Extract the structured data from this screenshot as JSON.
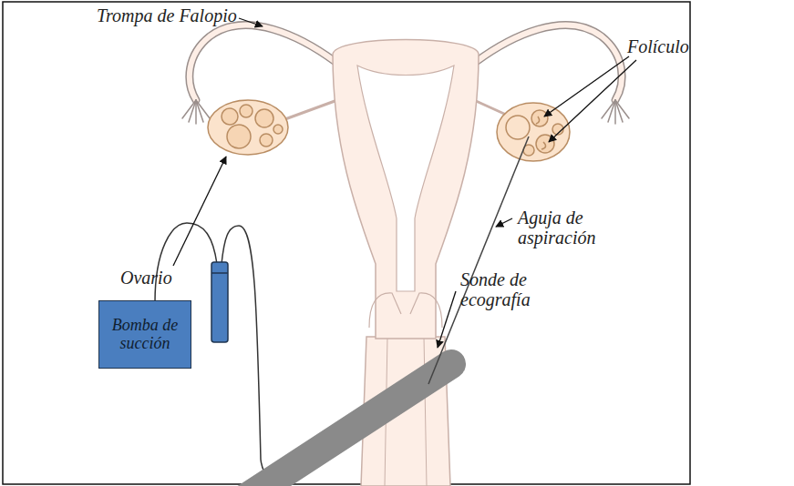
{
  "diagram": {
    "nodes": [
      {
        "text": [
          "Bomba de succión"
        ]
      }
    ],
    "labels": [
      "Trompa de Falopio",
      "Folículo",
      "Ovario",
      "Aguja de aspiración",
      "Sonde de ecografía"
    ]
  }
}
